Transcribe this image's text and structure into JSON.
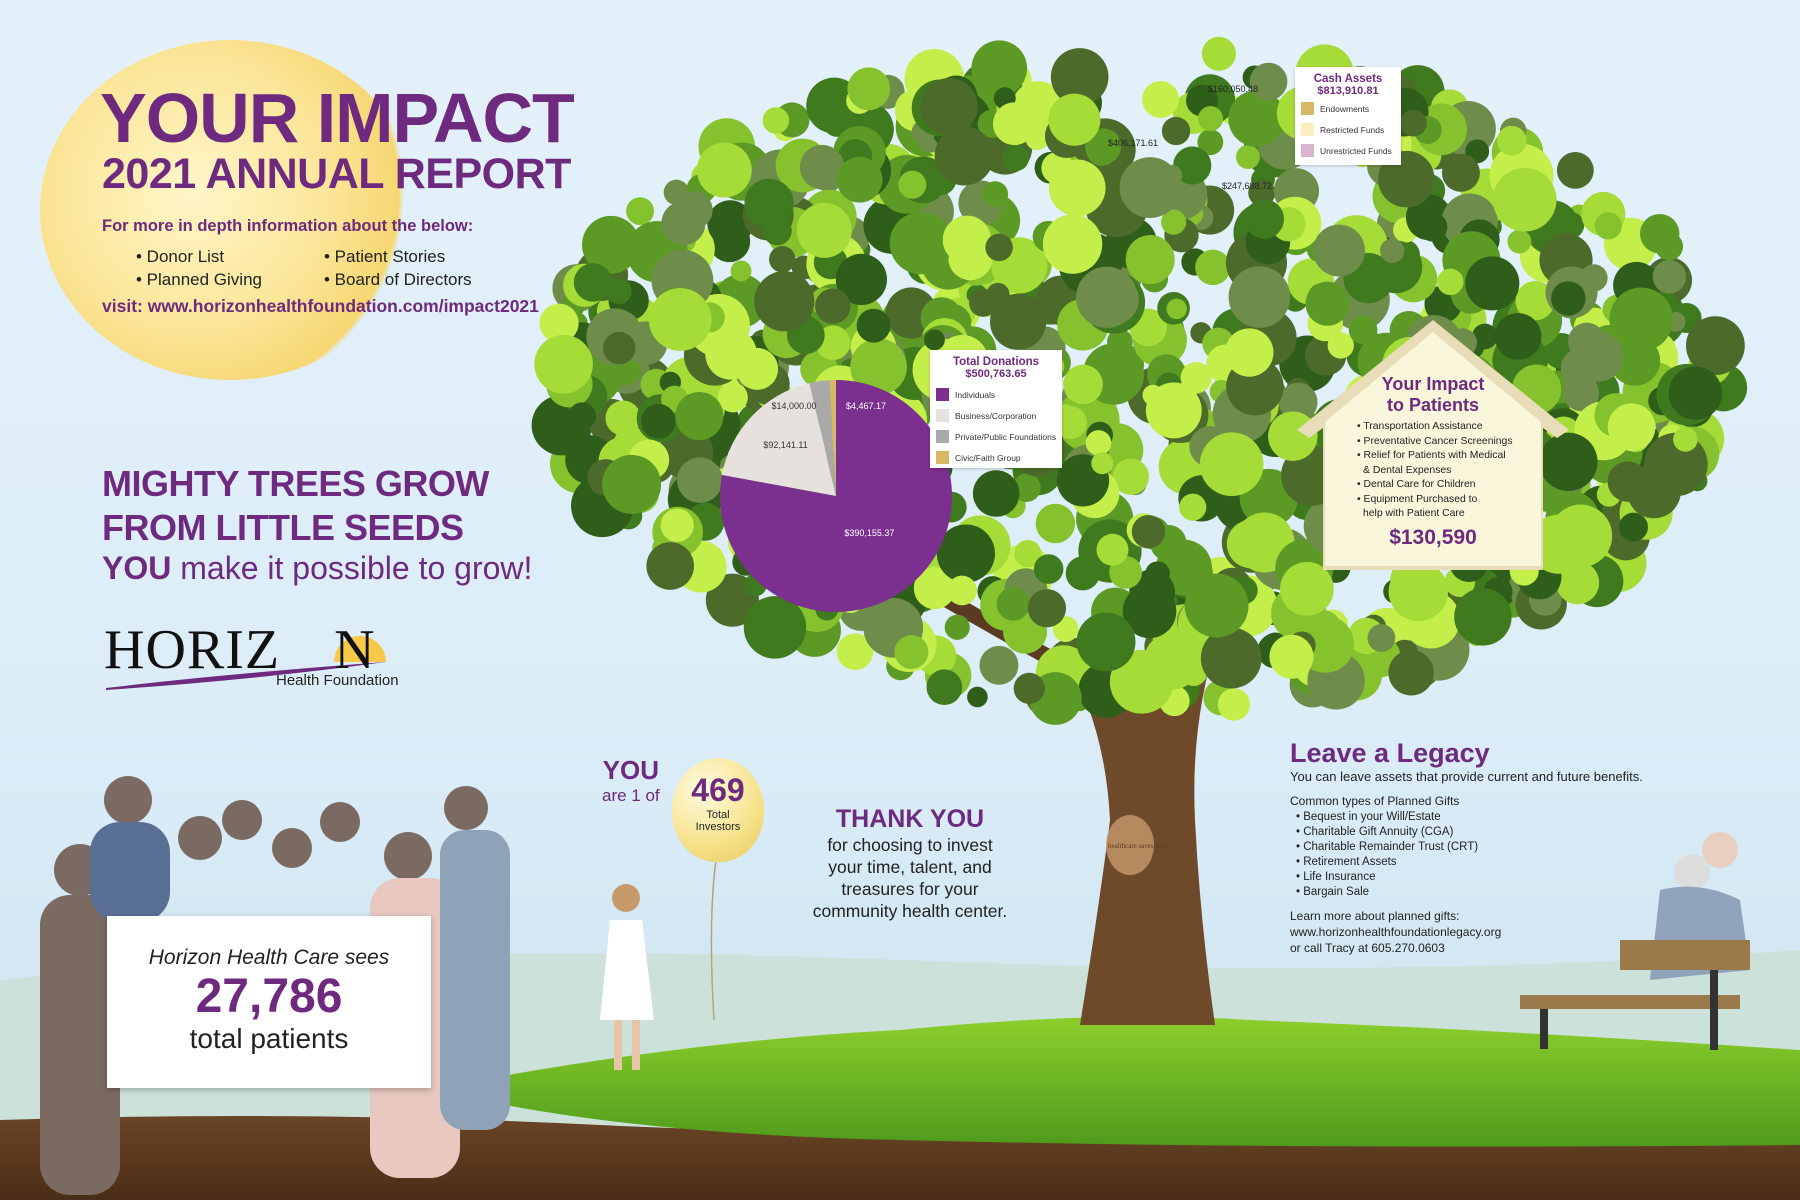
{
  "header": {
    "title": "YOUR IMPACT",
    "subtitle": "2021 ANNUAL REPORT",
    "more_info": "For more in depth information about the below:",
    "topics_col1": [
      "• Donor List",
      "• Planned Giving"
    ],
    "topics_col2": [
      "• Patient Stories",
      "• Board of Directors"
    ],
    "visit": "visit: www.horizonhealthfoundation.com/impact2021"
  },
  "tagline": {
    "line1": "MIGHTY TREES GROW",
    "line2": "FROM LITTLE SEEDS",
    "you": "YOU",
    "rest": "make it possible to grow!"
  },
  "logo": {
    "word_part1": "HORIZ",
    "word_part2": "N",
    "sub": "Health Foundation"
  },
  "sign": {
    "line1": "Horizon Health Care sees",
    "number": "27,786",
    "line3": "total patients"
  },
  "colors": {
    "accent": "#6e2a7e",
    "individuals": "#7b2f8e",
    "business": "#e6e1dc",
    "foundations": "#a9a9a9",
    "civic": "#d6b866",
    "endowments": "#d6b866",
    "restricted": "#fbeec0",
    "unrestricted": "#d9b3cf"
  },
  "chart_data": [
    {
      "type": "pie",
      "title": "Total Donations",
      "total": "$500,763.65",
      "categories": [
        "Individuals",
        "Business/Corporation",
        "Private/Public Foundations",
        "Civic/Faith Group"
      ],
      "values": [
        390155.37,
        92141.11,
        14000.0,
        4467.17
      ],
      "labels": [
        "$390,155.37",
        "$92,141.11",
        "$14,000.00",
        "$4,467.17"
      ],
      "legend": "right"
    },
    {
      "type": "pie",
      "title": "Cash Assets",
      "total": "$813,910.81",
      "categories": [
        "Endowments",
        "Restricted Funds",
        "Unrestricted Funds"
      ],
      "labels": [
        "$406,171.61",
        "$160,050.48",
        "$247,688.72"
      ],
      "legend": "right"
    }
  ],
  "impact": {
    "title1": "Your Impact",
    "title2": "to Patients",
    "items": [
      "• Transportation Assistance",
      "• Preventative Cancer Screenings",
      "• Relief for Patients with Medical",
      "  & Dental Expenses",
      "• Dental Care for Children",
      "• Equipment Purchased to",
      "  help with Patient Care"
    ],
    "amount": "$130,590"
  },
  "investors": {
    "you": "YOU",
    "are": "are 1 of",
    "count": "469",
    "label1": "Total",
    "label2": "Investors"
  },
  "thanks": {
    "title": "THANK YOU",
    "lines": [
      "for choosing to invest",
      "your time, talent, and",
      "treasures for your",
      "community health center."
    ]
  },
  "legacy": {
    "title": "Leave a Legacy",
    "intro": "You can leave assets that provide current and future benefits.",
    "list_title": "Common types of Planned Gifts",
    "items": [
      "• Bequest in your Will/Estate",
      "• Charitable Gift Annuity (CGA)",
      "• Charitable Remainder Trust (CRT)",
      "• Retirement Assets",
      "• Life Insurance",
      "• Bargain Sale"
    ],
    "learn": "Learn more about planned gifts:",
    "url": "www.horizonhealthfoundationlegacy.org",
    "call": "or call Tracy at 605.270.0603"
  },
  "trunk_carving": "healthcare saves lives"
}
